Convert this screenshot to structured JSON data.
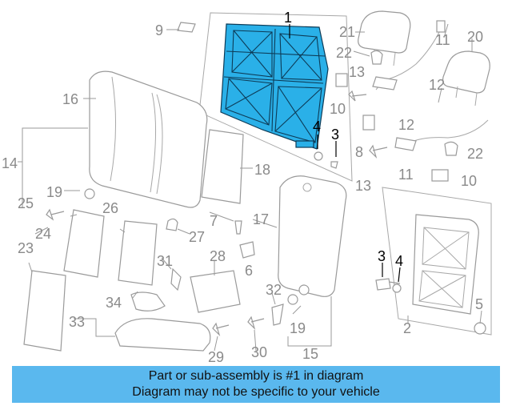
{
  "callouts": {
    "c1": "1",
    "c2": "2",
    "c3a": "3",
    "c3b": "3",
    "c4a": "4",
    "c4b": "4",
    "c5": "5",
    "c6": "6",
    "c7": "7",
    "c8": "8",
    "c9": "9",
    "c10a": "10",
    "c10b": "10",
    "c11a": "11",
    "c11b": "11",
    "c12a": "12",
    "c12b": "12",
    "c13a": "13",
    "c13b": "13",
    "c14": "14",
    "c15": "15",
    "c16": "16",
    "c17": "17",
    "c18": "18",
    "c19a": "19",
    "c19b": "19",
    "c20": "20",
    "c21": "21",
    "c22a": "22",
    "c22b": "22",
    "c23": "23",
    "c24": "24",
    "c25": "25",
    "c26": "26",
    "c27": "27",
    "c28": "28",
    "c29": "29",
    "c30": "30",
    "c31": "31",
    "c32": "32",
    "c33": "33",
    "c34": "34"
  },
  "caption": {
    "line1": "Part or sub-assembly is #1 in diagram",
    "line2": "Diagram may not be specific to your vehicle"
  },
  "colors": {
    "highlight": "#2ab0e8",
    "caption_bg": "#5ab8ee"
  }
}
